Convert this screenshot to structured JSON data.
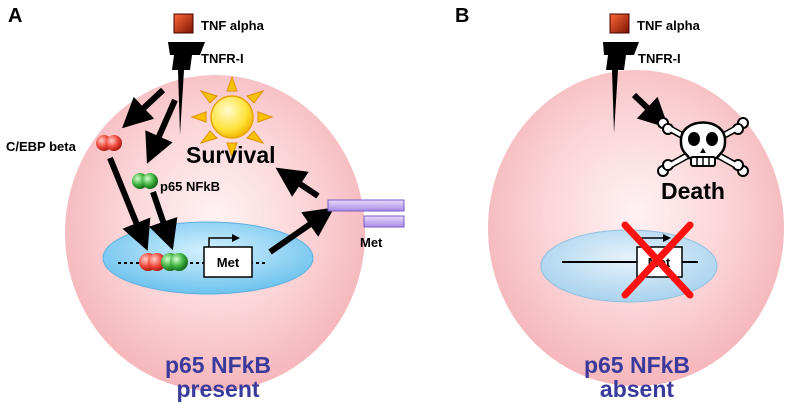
{
  "panels": [
    {
      "letter": "A",
      "ligand": "TNF alpha",
      "receptor": "TNFR-I",
      "cebp_label": "C/EBP beta",
      "nfkb_label": "p65 NFkB",
      "outcome": "Survival",
      "gene": "Met",
      "protein_label": "Met",
      "footer_line1": "p65 NFkB",
      "footer_line2": "present"
    },
    {
      "letter": "B",
      "ligand": "TNF alpha",
      "receptor": "TNFR-I",
      "outcome": "Death",
      "gene": "Met",
      "footer_line1": "p65 NFkB",
      "footer_line2": "absent"
    }
  ],
  "colors": {
    "cell": "#f9c4c8",
    "nucleus": "#7fcdf2",
    "nucleus_inactive": "#b9dcf2",
    "ligand": "#c22a0c",
    "cebp": "#e8423a",
    "nfkb": "#3db23f",
    "met_receptor": "#c7aff0",
    "cross": "#ff1010",
    "footer_text": "#3a3a9c"
  },
  "icons": [
    "sun-icon",
    "skull-crossbones-icon",
    "gene-arrow-icon",
    "cross-mark-icon"
  ]
}
